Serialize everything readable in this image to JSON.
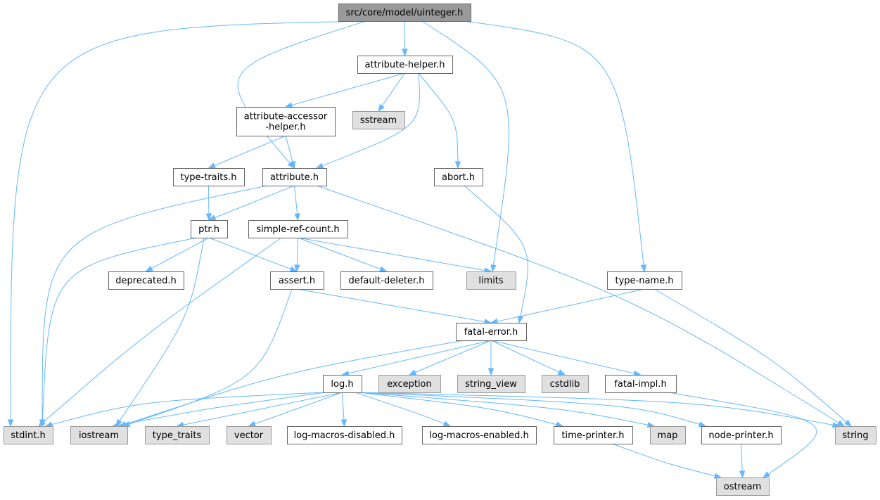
{
  "graph": {
    "nodes": [
      {
        "id": "uinteger",
        "label": [
          "src/core/model/uinteger.h"
        ],
        "kind": "root"
      },
      {
        "id": "attribute-helper",
        "label": [
          "attribute-helper.h"
        ],
        "kind": "local"
      },
      {
        "id": "attribute-accessor-helper",
        "label": [
          "attribute-accessor",
          "-helper.h"
        ],
        "kind": "local"
      },
      {
        "id": "sstream",
        "label": [
          "sstream"
        ],
        "kind": "system"
      },
      {
        "id": "type-traits",
        "label": [
          "type-traits.h"
        ],
        "kind": "local"
      },
      {
        "id": "attribute",
        "label": [
          "attribute.h"
        ],
        "kind": "local"
      },
      {
        "id": "abort",
        "label": [
          "abort.h"
        ],
        "kind": "local"
      },
      {
        "id": "ptr",
        "label": [
          "ptr.h"
        ],
        "kind": "local"
      },
      {
        "id": "simple-ref-count",
        "label": [
          "simple-ref-count.h"
        ],
        "kind": "local"
      },
      {
        "id": "deprecated",
        "label": [
          "deprecated.h"
        ],
        "kind": "local"
      },
      {
        "id": "assert",
        "label": [
          "assert.h"
        ],
        "kind": "local"
      },
      {
        "id": "default-deleter",
        "label": [
          "default-deleter.h"
        ],
        "kind": "local"
      },
      {
        "id": "limits",
        "label": [
          "limits"
        ],
        "kind": "system"
      },
      {
        "id": "type-name",
        "label": [
          "type-name.h"
        ],
        "kind": "local"
      },
      {
        "id": "fatal-error",
        "label": [
          "fatal-error.h"
        ],
        "kind": "local"
      },
      {
        "id": "log",
        "label": [
          "log.h"
        ],
        "kind": "local"
      },
      {
        "id": "exception",
        "label": [
          "exception"
        ],
        "kind": "system"
      },
      {
        "id": "string_view",
        "label": [
          "string_view"
        ],
        "kind": "system"
      },
      {
        "id": "cstdlib",
        "label": [
          "cstdlib"
        ],
        "kind": "system"
      },
      {
        "id": "fatal-impl",
        "label": [
          "fatal-impl.h"
        ],
        "kind": "local"
      },
      {
        "id": "stdint",
        "label": [
          "stdint.h"
        ],
        "kind": "system"
      },
      {
        "id": "iostream",
        "label": [
          "iostream"
        ],
        "kind": "system"
      },
      {
        "id": "type_traits",
        "label": [
          "type_traits"
        ],
        "kind": "system"
      },
      {
        "id": "vector",
        "label": [
          "vector"
        ],
        "kind": "system"
      },
      {
        "id": "log-macros-disabled",
        "label": [
          "log-macros-disabled.h"
        ],
        "kind": "local"
      },
      {
        "id": "log-macros-enabled",
        "label": [
          "log-macros-enabled.h"
        ],
        "kind": "local"
      },
      {
        "id": "time-printer",
        "label": [
          "time-printer.h"
        ],
        "kind": "local"
      },
      {
        "id": "map",
        "label": [
          "map"
        ],
        "kind": "system"
      },
      {
        "id": "node-printer",
        "label": [
          "node-printer.h"
        ],
        "kind": "local"
      },
      {
        "id": "string",
        "label": [
          "string"
        ],
        "kind": "system"
      },
      {
        "id": "ostream",
        "label": [
          "ostream"
        ],
        "kind": "system"
      }
    ],
    "edges": [
      {
        "from": "uinteger",
        "to": "attribute-helper"
      },
      {
        "from": "uinteger",
        "to": "stdint"
      },
      {
        "from": "uinteger",
        "to": "attribute"
      },
      {
        "from": "uinteger",
        "to": "limits"
      },
      {
        "from": "uinteger",
        "to": "type-name"
      },
      {
        "from": "attribute-helper",
        "to": "attribute-accessor-helper"
      },
      {
        "from": "attribute-helper",
        "to": "sstream"
      },
      {
        "from": "attribute-helper",
        "to": "attribute"
      },
      {
        "from": "attribute-helper",
        "to": "abort"
      },
      {
        "from": "attribute-accessor-helper",
        "to": "type-traits"
      },
      {
        "from": "attribute-accessor-helper",
        "to": "attribute"
      },
      {
        "from": "type-traits",
        "to": "ptr"
      },
      {
        "from": "attribute",
        "to": "ptr"
      },
      {
        "from": "attribute",
        "to": "simple-ref-count"
      },
      {
        "from": "attribute",
        "to": "stdint"
      },
      {
        "from": "attribute",
        "to": "string"
      },
      {
        "from": "abort",
        "to": "fatal-error"
      },
      {
        "from": "ptr",
        "to": "deprecated"
      },
      {
        "from": "ptr",
        "to": "assert"
      },
      {
        "from": "ptr",
        "to": "stdint"
      },
      {
        "from": "ptr",
        "to": "iostream"
      },
      {
        "from": "simple-ref-count",
        "to": "assert"
      },
      {
        "from": "simple-ref-count",
        "to": "default-deleter"
      },
      {
        "from": "simple-ref-count",
        "to": "limits"
      },
      {
        "from": "simple-ref-count",
        "to": "stdint"
      },
      {
        "from": "assert",
        "to": "fatal-error"
      },
      {
        "from": "assert",
        "to": "iostream"
      },
      {
        "from": "type-name",
        "to": "fatal-error"
      },
      {
        "from": "type-name",
        "to": "string"
      },
      {
        "from": "fatal-error",
        "to": "log"
      },
      {
        "from": "fatal-error",
        "to": "exception"
      },
      {
        "from": "fatal-error",
        "to": "string_view"
      },
      {
        "from": "fatal-error",
        "to": "cstdlib"
      },
      {
        "from": "fatal-error",
        "to": "fatal-impl"
      },
      {
        "from": "fatal-error",
        "to": "iostream"
      },
      {
        "from": "fatal-impl",
        "to": "ostream"
      },
      {
        "from": "log",
        "to": "stdint"
      },
      {
        "from": "log",
        "to": "iostream"
      },
      {
        "from": "log",
        "to": "type_traits"
      },
      {
        "from": "log",
        "to": "vector"
      },
      {
        "from": "log",
        "to": "log-macros-disabled"
      },
      {
        "from": "log",
        "to": "log-macros-enabled"
      },
      {
        "from": "log",
        "to": "time-printer"
      },
      {
        "from": "log",
        "to": "map"
      },
      {
        "from": "log",
        "to": "node-printer"
      },
      {
        "from": "log",
        "to": "string"
      },
      {
        "from": "time-printer",
        "to": "ostream"
      },
      {
        "from": "node-printer",
        "to": "ostream"
      }
    ]
  },
  "colors": {
    "edge": "#63b8ff",
    "root_fill": "#999999",
    "system_fill": "#e0e0e0",
    "local_fill": "#ffffff",
    "border": "#666666"
  }
}
